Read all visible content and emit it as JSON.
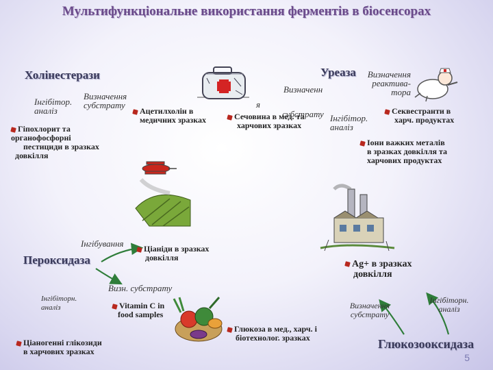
{
  "title": "Мультифункціональне використання ферментів в біосенсорах",
  "cholinesterase": {
    "heading": "Холінестерази",
    "inhibitor": "Інгібітор.",
    "inhibitor2": "аналіз",
    "substrate1": "Визначення",
    "substrate2": "субстрату",
    "acetylcholine1": "Ацетилхолін в",
    "acetylcholine2": "медичних зразках",
    "hypochlorite1": "Гіпохлорит та",
    "hypochlorite2": "органофосфорні",
    "hypochlorite3": "пестициди в зразках",
    "hypochlorite4": "довкілля"
  },
  "urease": {
    "heading": "Уреаза",
    "reagent1": "Визначення",
    "reagent2": "реактива-",
    "reagent3": "тора",
    "det1": "Визначенн",
    "det2": "я",
    "det3": "субстрату",
    "urea1": "Сечовина в мед. та",
    "urea2": "харчових зразках",
    "inhib1": "Інгібітор.",
    "inhib2": "аналіз",
    "seq1": "Секвестранти в",
    "seq2": "харч. продуктах",
    "ions1": "Іони важких металів",
    "ions2": "в зразках довкілля та",
    "ions3": "харчових продуктах"
  },
  "peroxidase": {
    "heading": "Пероксидаза",
    "inhibition": "Інгібування",
    "cyanide1": "Ціаніди в зразках",
    "cyanide2": "довкілля",
    "substrate": "Визн. субстрату",
    "inhib1": "Інгібіторн.",
    "inhib2": "аналіз",
    "vitc1": "Vitamin C in",
    "vitc2": "food samples",
    "glyco1": "Ціаногенні глікозиди",
    "glyco2": "в харчових зразках"
  },
  "glucose_oxidase": {
    "heading": "Глюкозооксидаза",
    "ag1": "Ag+ в зразках",
    "ag2": "довкілля",
    "subst1": "Визначення",
    "subst2": "субстрату",
    "inhib1": "Інгібіторн.",
    "inhib2": "аналіз",
    "glucose1": "Глюкоза в мед., харч. і",
    "glucose2": "біотехнолог. зразках"
  },
  "page_number": "5",
  "icons": [
    "medical-kit-icon",
    "nurse-icon",
    "crop-duster-plane-icon",
    "factory-icon",
    "vegetables-icon"
  ],
  "colors": {
    "bullet": "#b8281f",
    "arrow": "#2f7d3a",
    "title": "#6a4a8a"
  }
}
